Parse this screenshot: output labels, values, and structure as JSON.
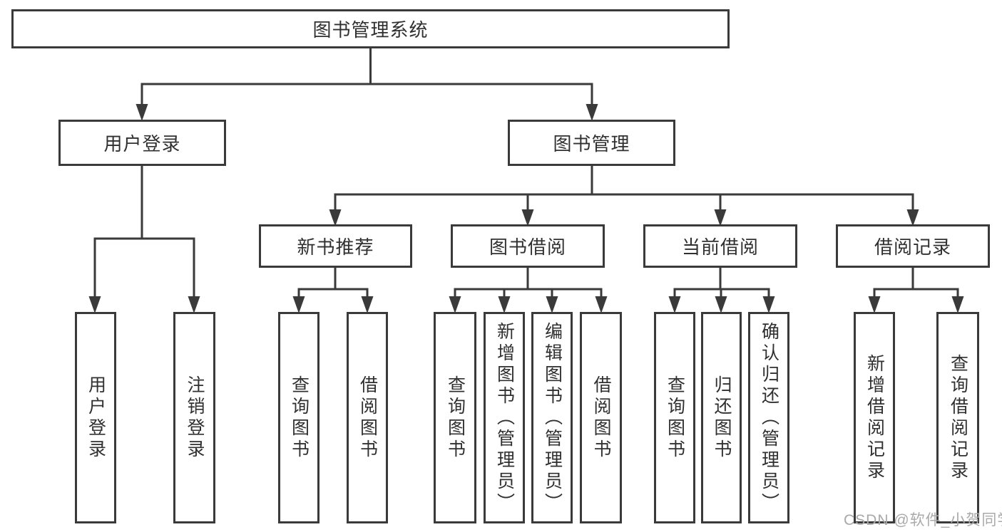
{
  "diagram": {
    "watermark": "CSDN @软件_小贺同学",
    "colors": {
      "line": "#3a3a3a",
      "text": "#303030",
      "watermark": "#a9a9a9",
      "background": "#ffffff"
    },
    "tree": {
      "label": "图书管理系统",
      "children": [
        {
          "label": "用户登录",
          "children": [
            {
              "label": "用户登录"
            },
            {
              "label": "注销登录"
            }
          ]
        },
        {
          "label": "图书管理",
          "children": [
            {
              "label": "新书推荐",
              "children": [
                {
                  "label": "查询图书"
                },
                {
                  "label": "借阅图书"
                }
              ]
            },
            {
              "label": "图书借阅",
              "children": [
                {
                  "label": "查询图书"
                },
                {
                  "label": "新增图书（管理员）"
                },
                {
                  "label": "编辑图书（管理员）"
                },
                {
                  "label": "借阅图书"
                }
              ]
            },
            {
              "label": "当前借阅",
              "children": [
                {
                  "label": "查询图书"
                },
                {
                  "label": "归还图书"
                },
                {
                  "label": "确认归还（管理员）"
                }
              ]
            },
            {
              "label": "借阅记录",
              "children": [
                {
                  "label": "新增借阅记录"
                },
                {
                  "label": "查询借阅记录"
                }
              ]
            }
          ]
        }
      ]
    }
  }
}
